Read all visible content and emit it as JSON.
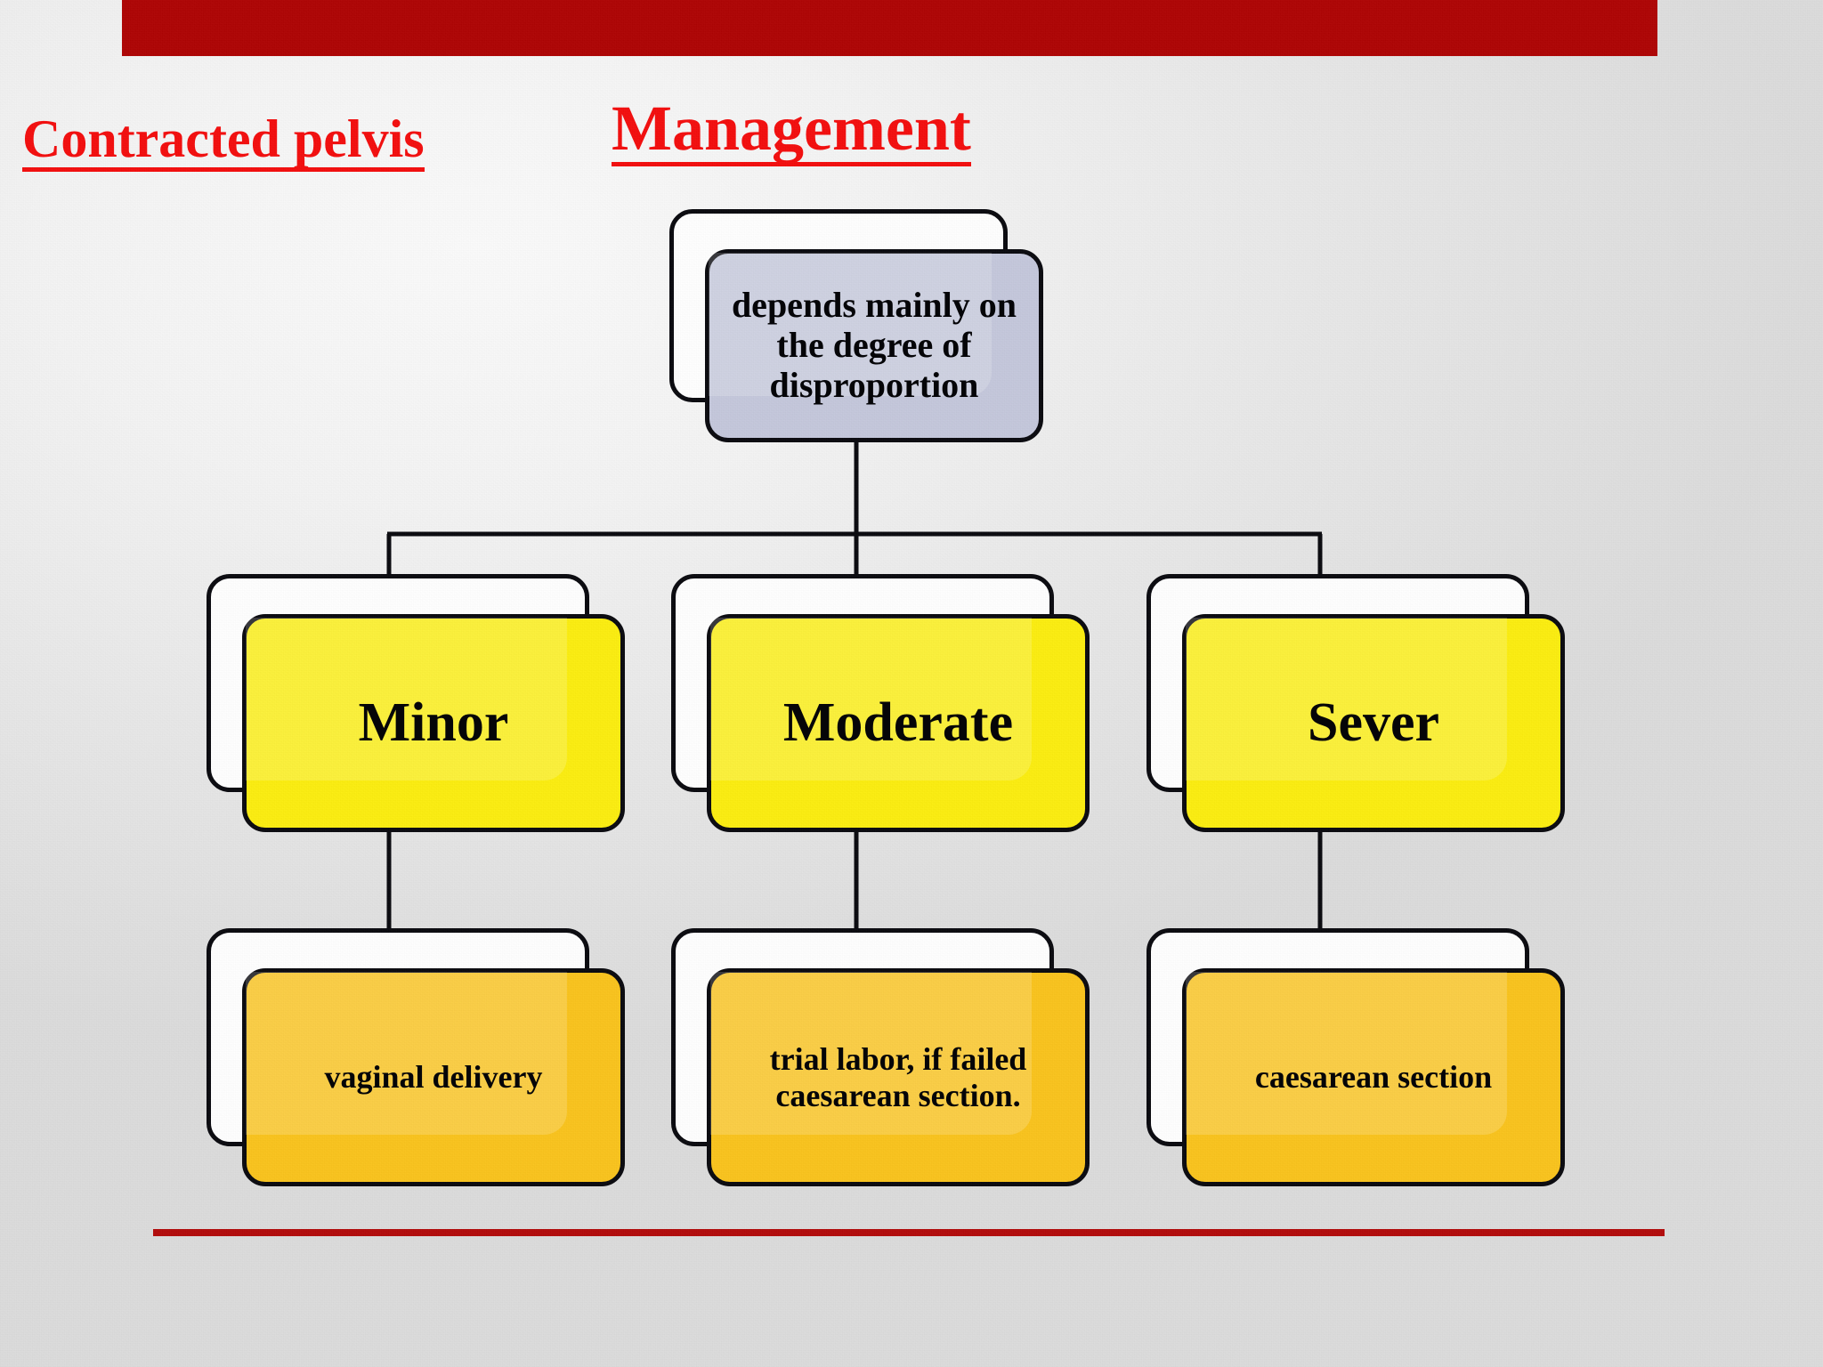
{
  "slide": {
    "background_color": "#ececec",
    "top_bar_color": "#af0505",
    "bottom_rule_color": "#b30c0c",
    "accent_text_color": "#f40f0f"
  },
  "titles": {
    "left": "Contracted pelvis",
    "right": "Management"
  },
  "diagram": {
    "type": "org-chart",
    "root": {
      "text": "depends mainly on the degree of disproportion",
      "fill": "#c5c8dc"
    },
    "branches": [
      {
        "level_label": "Minor",
        "level_fill": "#fcee11",
        "outcome": "vaginal delivery",
        "outcome_fill": "#fac41e"
      },
      {
        "level_label": "Moderate",
        "level_fill": "#fcee11",
        "outcome": "trial labor, if failed  caesarean section.",
        "outcome_fill": "#fac41e"
      },
      {
        "level_label": "Sever",
        "level_fill": "#fcee11",
        "outcome": "caesarean section",
        "outcome_fill": "#fac41e"
      }
    ]
  }
}
